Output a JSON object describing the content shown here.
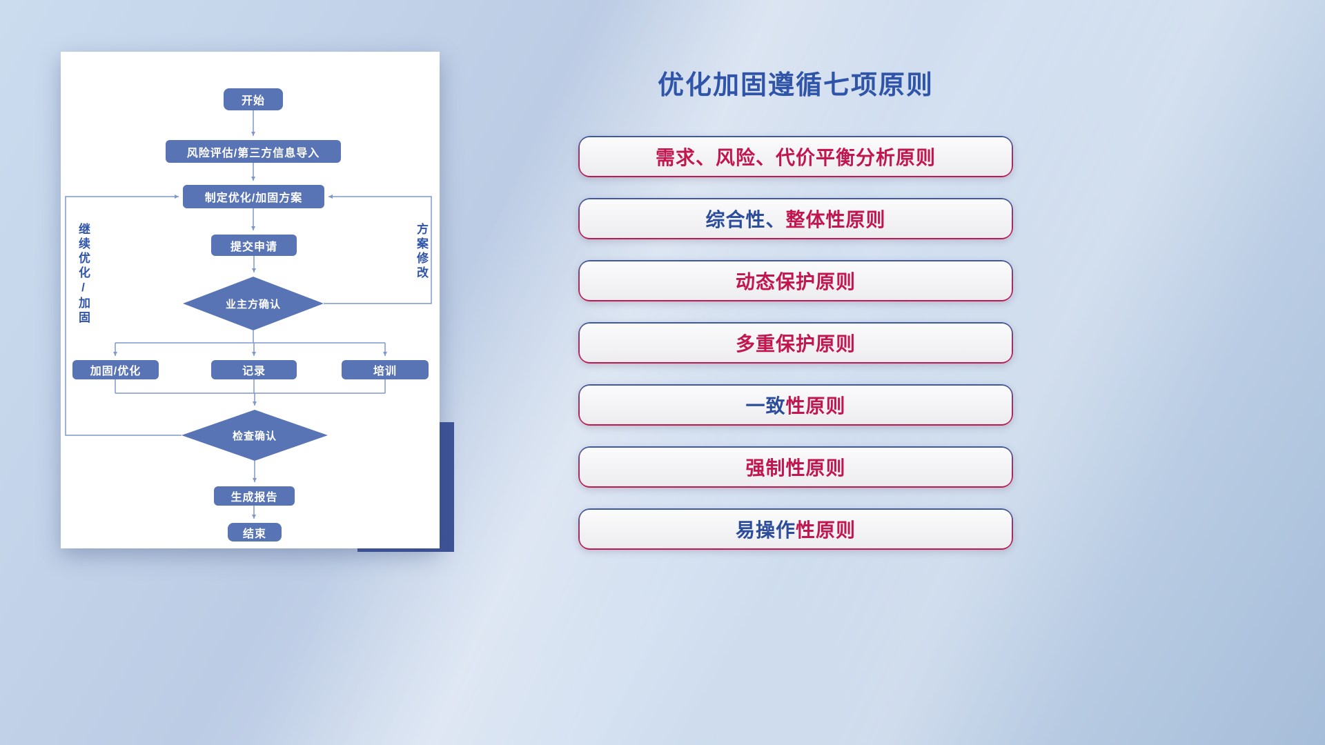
{
  "title": "优化加固遵循七项原则",
  "flowchart": {
    "nodes": {
      "start": "开始",
      "risk_import": "风险评估/第三方信息导入",
      "make_plan": "制定优化/加固方案",
      "submit_request": "提交申请",
      "owner_confirm": "业主方确认",
      "reinforce_optimize": "加固/优化",
      "record": "记录",
      "training": "培训",
      "check_confirm": "检查确认",
      "generate_report": "生成报告",
      "end": "结束"
    },
    "loop_labels": {
      "continue_optimize": "继续优化/加固",
      "plan_modify": "方案修改"
    }
  },
  "principles": [
    {
      "segments": [
        {
          "text": "需求、风险、代价平衡分析原则",
          "color": "red"
        }
      ]
    },
    {
      "segments": [
        {
          "text": "综合性、",
          "color": "blue"
        },
        {
          "text": "整体性原则",
          "color": "red"
        }
      ]
    },
    {
      "segments": [
        {
          "text": "动态保护原则",
          "color": "red"
        }
      ]
    },
    {
      "segments": [
        {
          "text": "多重保护原则",
          "color": "red"
        }
      ]
    },
    {
      "segments": [
        {
          "text": "一致",
          "color": "blue"
        },
        {
          "text": "性原则",
          "color": "red"
        }
      ]
    },
    {
      "segments": [
        {
          "text": "强制性原则",
          "color": "red"
        }
      ]
    },
    {
      "segments": [
        {
          "text": "易操作",
          "color": "blue"
        },
        {
          "text": "性原则",
          "color": "red"
        }
      ]
    }
  ],
  "colors": {
    "title_blue": "#2f54a8",
    "principle_red": "#c2164e",
    "principle_blue": "#2b4c9b",
    "node_fill": "#5874b4",
    "connector": "#7e97cc",
    "accent_rect": "#3f5498"
  }
}
